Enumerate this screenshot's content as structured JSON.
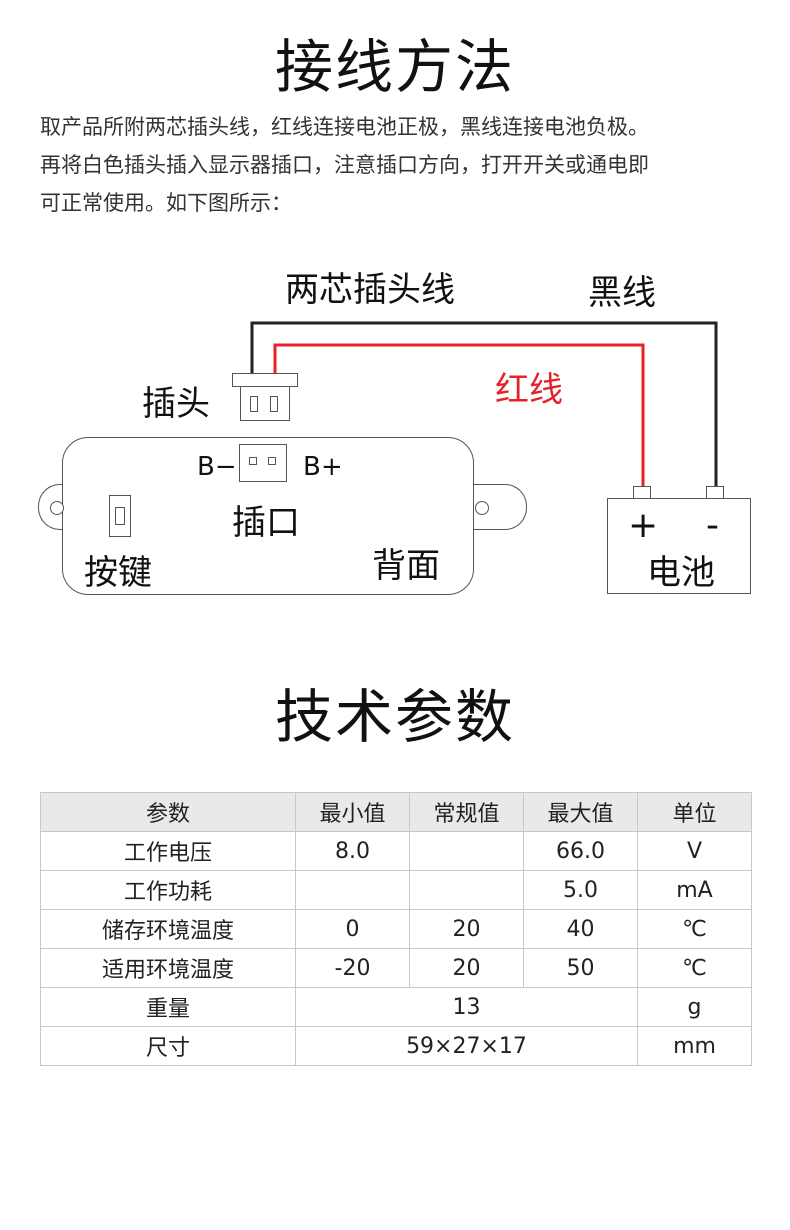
{
  "wiring": {
    "title": "接线方法",
    "intro": [
      "取产品所附两芯插头线，红线连接电池正极，黑线连接电池负极。",
      "再将白色插头插入显示器插口，注意插口方向，打开开关或通电即",
      "可正常使用。如下图所示："
    ],
    "labels": {
      "two_core_wire": "两芯插头线",
      "black_wire": "黑线",
      "red_wire": "红线",
      "plug": "插头",
      "b_minus": "B−",
      "b_plus": "B+",
      "socket": "插口",
      "button": "按键",
      "back": "背面",
      "plus": "+",
      "minus": "-",
      "battery": "电池"
    },
    "colors": {
      "red_wire": "#e4222a",
      "black_wire": "#222222"
    }
  },
  "specs": {
    "title": "技术参数",
    "headers": [
      "参数",
      "最小值",
      "常规值",
      "最大值",
      "单位"
    ],
    "rows": [
      [
        "工作电压",
        "8.0",
        "",
        "66.0",
        "V"
      ],
      [
        "工作功耗",
        "",
        "",
        "5.0",
        "mA"
      ],
      [
        "储存环境温度",
        "0",
        "20",
        "40",
        "℃"
      ],
      [
        "适用环境温度",
        "-20",
        "20",
        "50",
        "℃"
      ]
    ],
    "merged_rows": [
      [
        "重量",
        "13",
        "g"
      ],
      [
        "尺寸",
        "59×27×17",
        "mm"
      ]
    ]
  }
}
